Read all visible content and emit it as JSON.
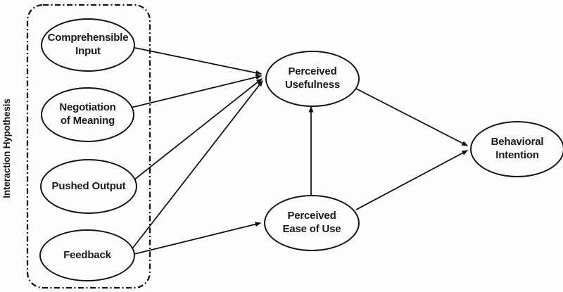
{
  "diagram": {
    "type": "path-model",
    "group_box": {
      "label": "Interaction Hypothesis",
      "border_style": "dash-dot"
    },
    "nodes": {
      "comprehensible_input": {
        "lines": [
          "Comprehensible",
          "Input"
        ]
      },
      "negotiation_of_meaning": {
        "lines": [
          "Negotiation",
          "of Meaning"
        ]
      },
      "pushed_output": {
        "lines": [
          "Pushed Output"
        ]
      },
      "feedback": {
        "lines": [
          "Feedback"
        ]
      },
      "perceived_usefulness": {
        "lines": [
          "Perceived",
          "Usefulness"
        ]
      },
      "perceived_ease_of_use": {
        "lines": [
          "Perceived",
          "Ease of Use"
        ]
      },
      "behavioral_intention": {
        "lines": [
          "Behavioral",
          "Intention"
        ]
      }
    },
    "edges": [
      {
        "from": "Comprehensible Input",
        "to": "Perceived Usefulness",
        "arrow": true
      },
      {
        "from": "Negotiation of Meaning",
        "to": "Perceived Usefulness",
        "arrow": true
      },
      {
        "from": "Pushed Output",
        "to": "Perceived Usefulness",
        "arrow": true
      },
      {
        "from": "Feedback",
        "to": "Perceived Usefulness",
        "arrow": true
      },
      {
        "from": "Feedback",
        "to": "Perceived Ease of Use",
        "arrow": true
      },
      {
        "from": "Perceived Ease of Use",
        "to": "Perceived Usefulness",
        "arrow": true
      },
      {
        "from": "Perceived Usefulness",
        "to": "Behavioral Intention",
        "arrow": true
      },
      {
        "from": "Perceived Ease of Use",
        "to": "Behavioral Intention",
        "arrow": true
      }
    ],
    "colors": {
      "stroke": "#141414",
      "text": "#1a1a1a",
      "background": "#fdfdfd"
    }
  }
}
